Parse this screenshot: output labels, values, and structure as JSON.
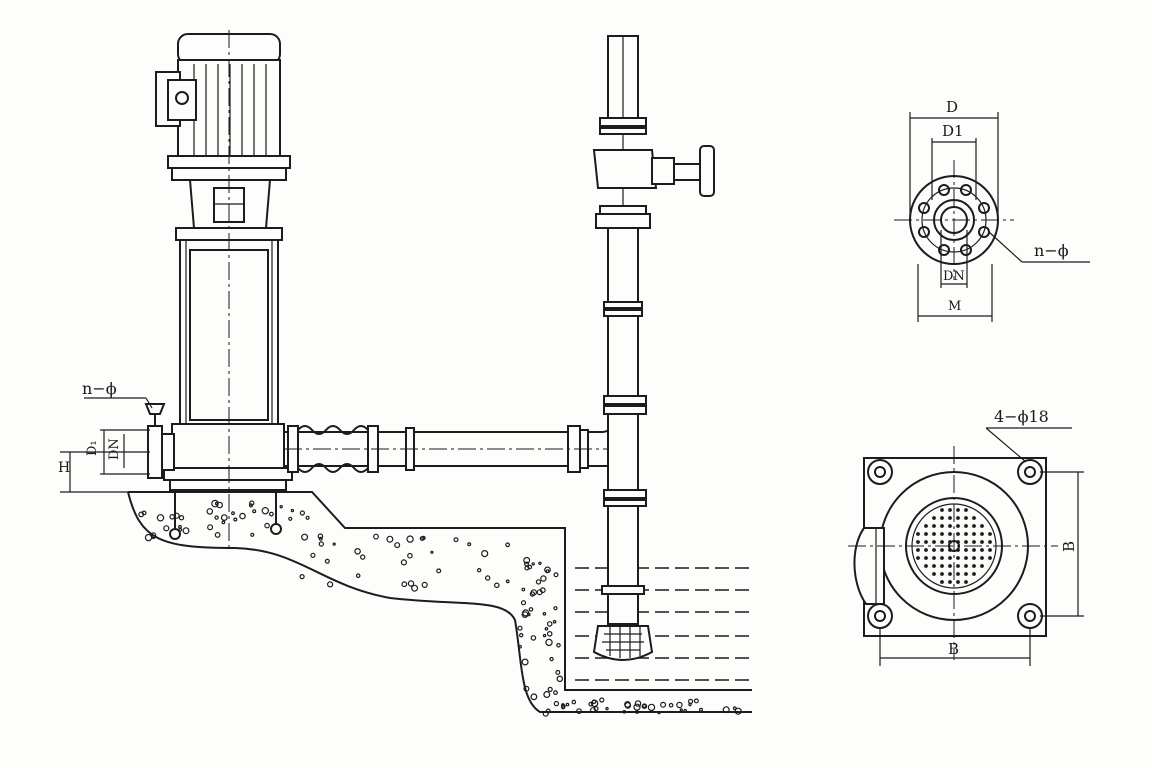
{
  "labels": {
    "n_phi_left": "n−ϕ",
    "h": "H",
    "d1_side": "D₁",
    "dn_side": "DN",
    "d": "D",
    "d1": "D1",
    "n_phi_right": "n−ϕ",
    "dn": "DN",
    "m": "M",
    "holes": "4−ϕ18",
    "b_horizontal": "B",
    "b_vertical": "B"
  }
}
